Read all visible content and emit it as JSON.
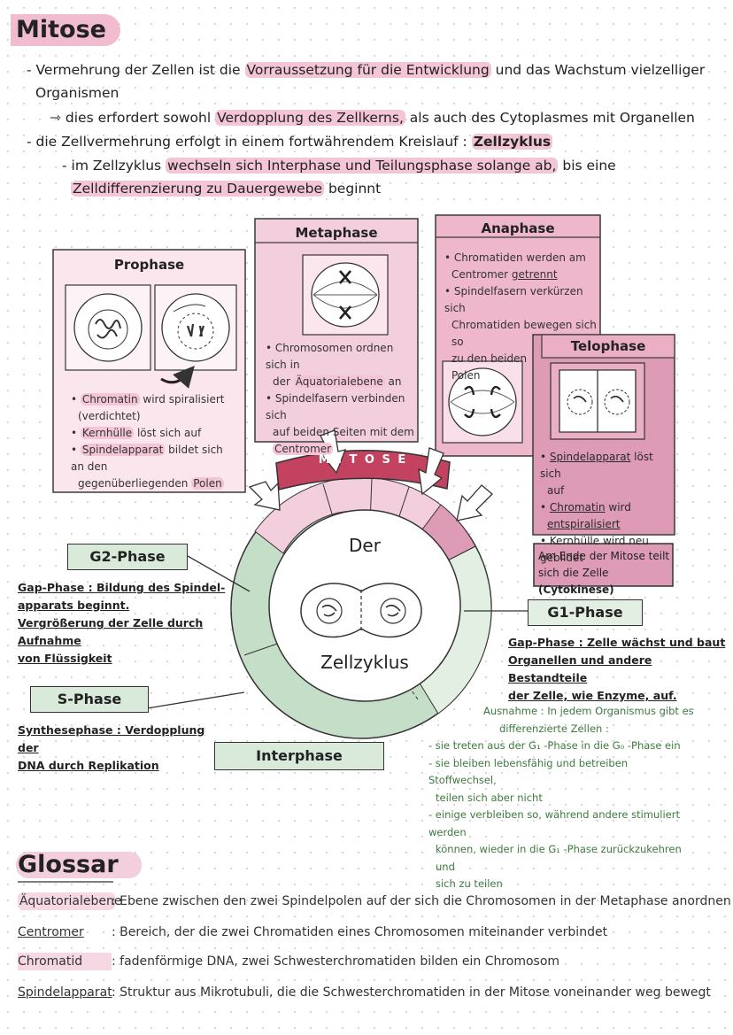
{
  "title": "Mitose",
  "intro": {
    "l1a": "- Vermehrung der Zellen ist die ",
    "l1b": "Vorraussetzung für die Entwicklung",
    "l1c": " und das Wachstum vielzelliger",
    "l2": "Organismen",
    "l3a": "⇾ dies erfordert sowohl ",
    "l3b": "Verdopplung des Zellkerns,",
    "l3c": " als auch des Cytoplasmes mit Organellen",
    "l4a": "- die Zellvermehrung erfolgt in einem fortwährendem Kreislauf : ",
    "l4b": "Zellzyklus",
    "l5a": "- im Zellzyklus ",
    "l5b": "wechseln sich Interphase und Teilungsphase solange ab,",
    "l5c": " bis eine",
    "l6": "Zelldifferenzierung zu Dauergewebe",
    "l6b": " beginnt"
  },
  "prophase": {
    "title": "Prophase",
    "b1a": "Chromatin",
    "b1b": " wird spiralisiert",
    "b1c": "(verdichtet)",
    "b2a": "Kernhülle",
    "b2b": " löst sich auf",
    "b3a": "Spindelapparat",
    "b3b": " bildet sich an den",
    "b3c": "gegenüberliegenden ",
    "b3d": "Polen"
  },
  "metaphase": {
    "title": "Metaphase",
    "b1a": "Chromosomen ordnen sich in",
    "b1b": "der ",
    "b1c": "Äquatorialebene",
    "b1d": " an",
    "b2a": "Spindelfasern verbinden sich",
    "b2b": "auf beiden Seiten mit dem",
    "b2c": "Centromer"
  },
  "anaphase": {
    "title": "Anaphase",
    "b1a": "Chromatiden werden am",
    "b1b": "Centromer ",
    "b1c": "getrennt",
    "b2a": "Spindelfasern verkürzen sich",
    "b2b": "Chromatiden bewegen sich so",
    "b2c": "zu den beiden",
    "b2d": "Polen"
  },
  "telophase": {
    "title": "Telophase",
    "b1a": "Spindelapparat",
    "b1b": " löst sich",
    "b1c": "auf",
    "b2a": "Chromatin",
    "b2b": " wird",
    "b2c": "entspiralisiert",
    "b3": "Kernhülle wird neu gebildet"
  },
  "cytokinese": {
    "text": "Am Ende der Mitose teilt sich die Zelle",
    "bold": "(Cytokinese)"
  },
  "mitose_band": "M I T O S E",
  "cycle": {
    "top": "Der",
    "bottom": "Zellzyklus"
  },
  "g2": {
    "label": "G2-Phase",
    "l1": "Gap-Phase : Bildung des Spindel-",
    "l2": "apparats beginnt.",
    "l3": "Vergrößerung der Zelle durch Aufnahme",
    "l4": "von Flüssigkeit"
  },
  "g1": {
    "label": "G1-Phase",
    "l1": "Gap-Phase : Zelle wächst und baut",
    "l2": "Organellen und andere Bestandteile",
    "l3": "der Zelle, wie Enzyme, auf."
  },
  "s": {
    "label": "S-Phase",
    "l1": "Synthesephase : Verdopplung der",
    "l2": "DNA durch Replikation"
  },
  "interphase": "Interphase",
  "ausnahme": {
    "l1": "Ausnahme : In jedem Organismus gibt es",
    "l2": "differenzierte Zellen :",
    "l3": "- sie treten aus der G₁ -Phase in die G₀ -Phase ein",
    "l4": "- sie bleiben lebensfähig und betreiben Stoffwechsel,",
    "l5": "teilen sich aber nicht",
    "l6": "- einige verbleiben so, während andere stimuliert werden",
    "l7": "können, wieder in die G₁ -Phase zurückzukehren und",
    "l8": "sich zu teilen"
  },
  "glossar": {
    "title": "Glossar",
    "items": [
      {
        "term": "Äquatorialebene",
        "def": ": Ebene zwischen den zwei Spindelpolen auf der sich die Chromosomen in der Metaphase anordnen"
      },
      {
        "term": "Centromer",
        "def": ": Bereich, der die zwei Chromatiden eines Chromosomen miteinander verbindet"
      },
      {
        "term": "Chromatid",
        "def": ": fadenförmige DNA, zwei Schwesterchromatiden bilden ein Chromosom"
      },
      {
        "term": "Spindelapparat",
        "def": ": Struktur aus Mikrotubuli, die die Schwesterchromatiden in der Mitose voneinander weg bewegt"
      }
    ]
  },
  "colors": {
    "pink_light": "#fbe6ee",
    "pink_mid": "#f1c6d6",
    "pink_dark": "#de9bb6",
    "mitose_red": "#c2425f",
    "green_light": "#d9eadb",
    "green_mid": "#bfd9c1",
    "green_text": "#3d7a3e"
  }
}
